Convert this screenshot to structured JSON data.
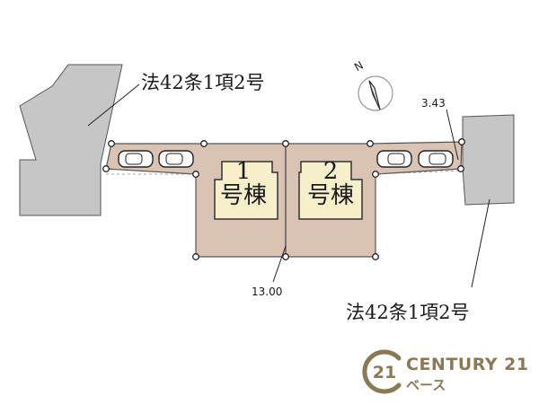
{
  "roads": {
    "left_label": "法42条1項2号",
    "right_label": "法42条1項2号"
  },
  "dimensions": {
    "bottom_frontage": "13.00",
    "right_road_width": "3.43"
  },
  "buildings": [
    {
      "number": "1",
      "label": "号棟"
    },
    {
      "number": "2",
      "label": "号棟"
    }
  ],
  "compass": {
    "north_label": "N"
  },
  "logo": {
    "mark": "21",
    "brand": "CENTURY 21",
    "branch": "ベース"
  },
  "colors": {
    "road": "#c6c6c6",
    "lot": "#d9c3b3",
    "building": "#f6efc9",
    "outline": "#4a4a4a",
    "logo": "#8a7a54"
  }
}
